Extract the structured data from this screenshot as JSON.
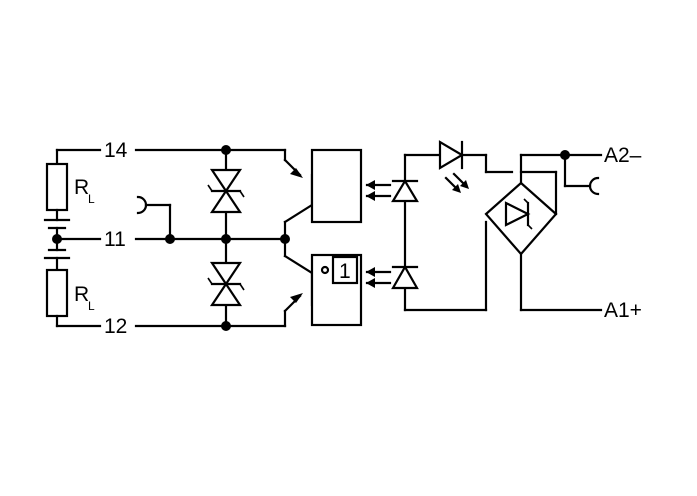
{
  "diagram": {
    "terminals": {
      "t14": "14",
      "t11": "11",
      "t12": "12",
      "a2": "A2–",
      "a1": "A1+"
    },
    "resistors": {
      "r_top": {
        "main": "R",
        "sub": "L"
      },
      "r_bottom": {
        "main": "R",
        "sub": "L"
      }
    },
    "logic_symbol": "1"
  }
}
